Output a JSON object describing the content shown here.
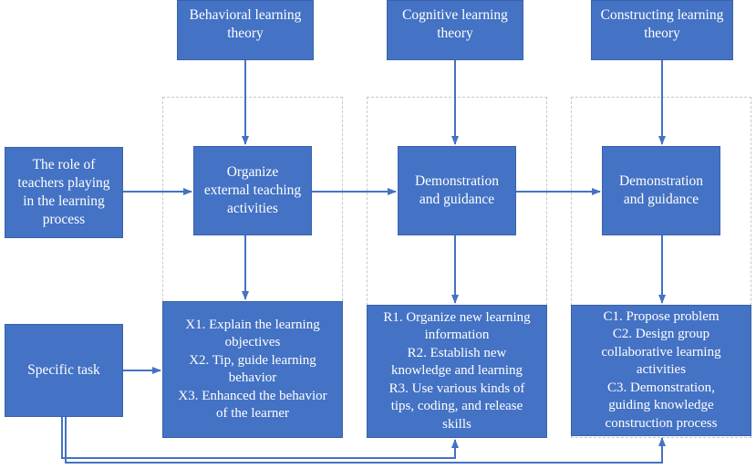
{
  "colors": {
    "box_fill": "#4472c4",
    "box_text": "#ffffff",
    "arrow": "#4472c4",
    "dashed_frame": "#c8c8c8"
  },
  "theories": {
    "behavioral": [
      "Behavioral learning",
      "theory"
    ],
    "cognitive": [
      "Cognitive learning",
      "theory"
    ],
    "constructing": [
      "Constructing learning",
      "theory"
    ]
  },
  "teacher_role": [
    "The role of",
    "teachers playing",
    "in the learning",
    "process"
  ],
  "roles": {
    "behavioral": [
      "Organize",
      "external teaching",
      "activities"
    ],
    "cognitive": [
      "Demonstration",
      "and guidance"
    ],
    "constructing": [
      "Demonstration",
      "and guidance"
    ]
  },
  "specific_task": "Specific task",
  "tasks": {
    "behavioral": [
      "X1. Explain the learning",
      "objectives",
      "X2. Tip, guide learning",
      "behavior",
      "X3. Enhanced the behavior",
      "of the learner"
    ],
    "cognitive": [
      "R1. Organize new learning",
      "information",
      "R2. Establish new",
      "knowledge and learning",
      "R3. Use various kinds of",
      "tips, coding, and release",
      "skills"
    ],
    "constructing": [
      "C1. Propose problem",
      "C2. Design group",
      "collaborative learning",
      "activities",
      "C3. Demonstration,",
      "guiding knowledge",
      "construction process"
    ]
  }
}
